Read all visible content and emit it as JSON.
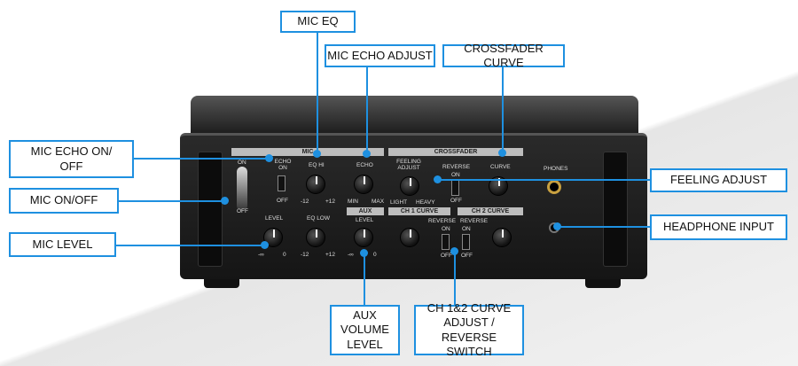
{
  "callouts": {
    "mic_eq": "MIC EQ",
    "mic_echo_adjust": "MIC ECHO ADJUST",
    "crossfader_curve": "CROSSFADER CURVE",
    "mic_echo_onoff": "MIC ECHO ON/ OFF",
    "mic_onoff": "MIC ON/OFF",
    "mic_level": "MIC LEVEL",
    "feeling_adjust": "FEELING ADJUST",
    "headphone_input": "HEADPHONE INPUT",
    "aux_volume_level": "AUX VOLUME LEVEL",
    "ch_curve": "CH 1&2 CURVE ADJUST / REVERSE SWITCH"
  },
  "panel": {
    "mic": "MIC",
    "on": "ON",
    "off": "OFF",
    "echo_on": "ECHO ON",
    "eq_hi": "EQ HI",
    "echo": "ECHO",
    "m12": "-12",
    "p12": "+12",
    "min": "MIN",
    "max": "MAX",
    "level": "LEVEL",
    "eq_low": "EQ LOW",
    "minf": "-∞",
    "zero": "0",
    "aux": "AUX",
    "crossfader": "CROSSFADER",
    "feeling_adjust": "FEELING ADJUST",
    "light": "LIGHT",
    "heavy": "HEAVY",
    "reverse": "REVERSE",
    "curve": "CURVE",
    "ch1_curve": "CH 1 CURVE",
    "ch2_curve": "CH 2 CURVE",
    "phones": "PHONES"
  }
}
